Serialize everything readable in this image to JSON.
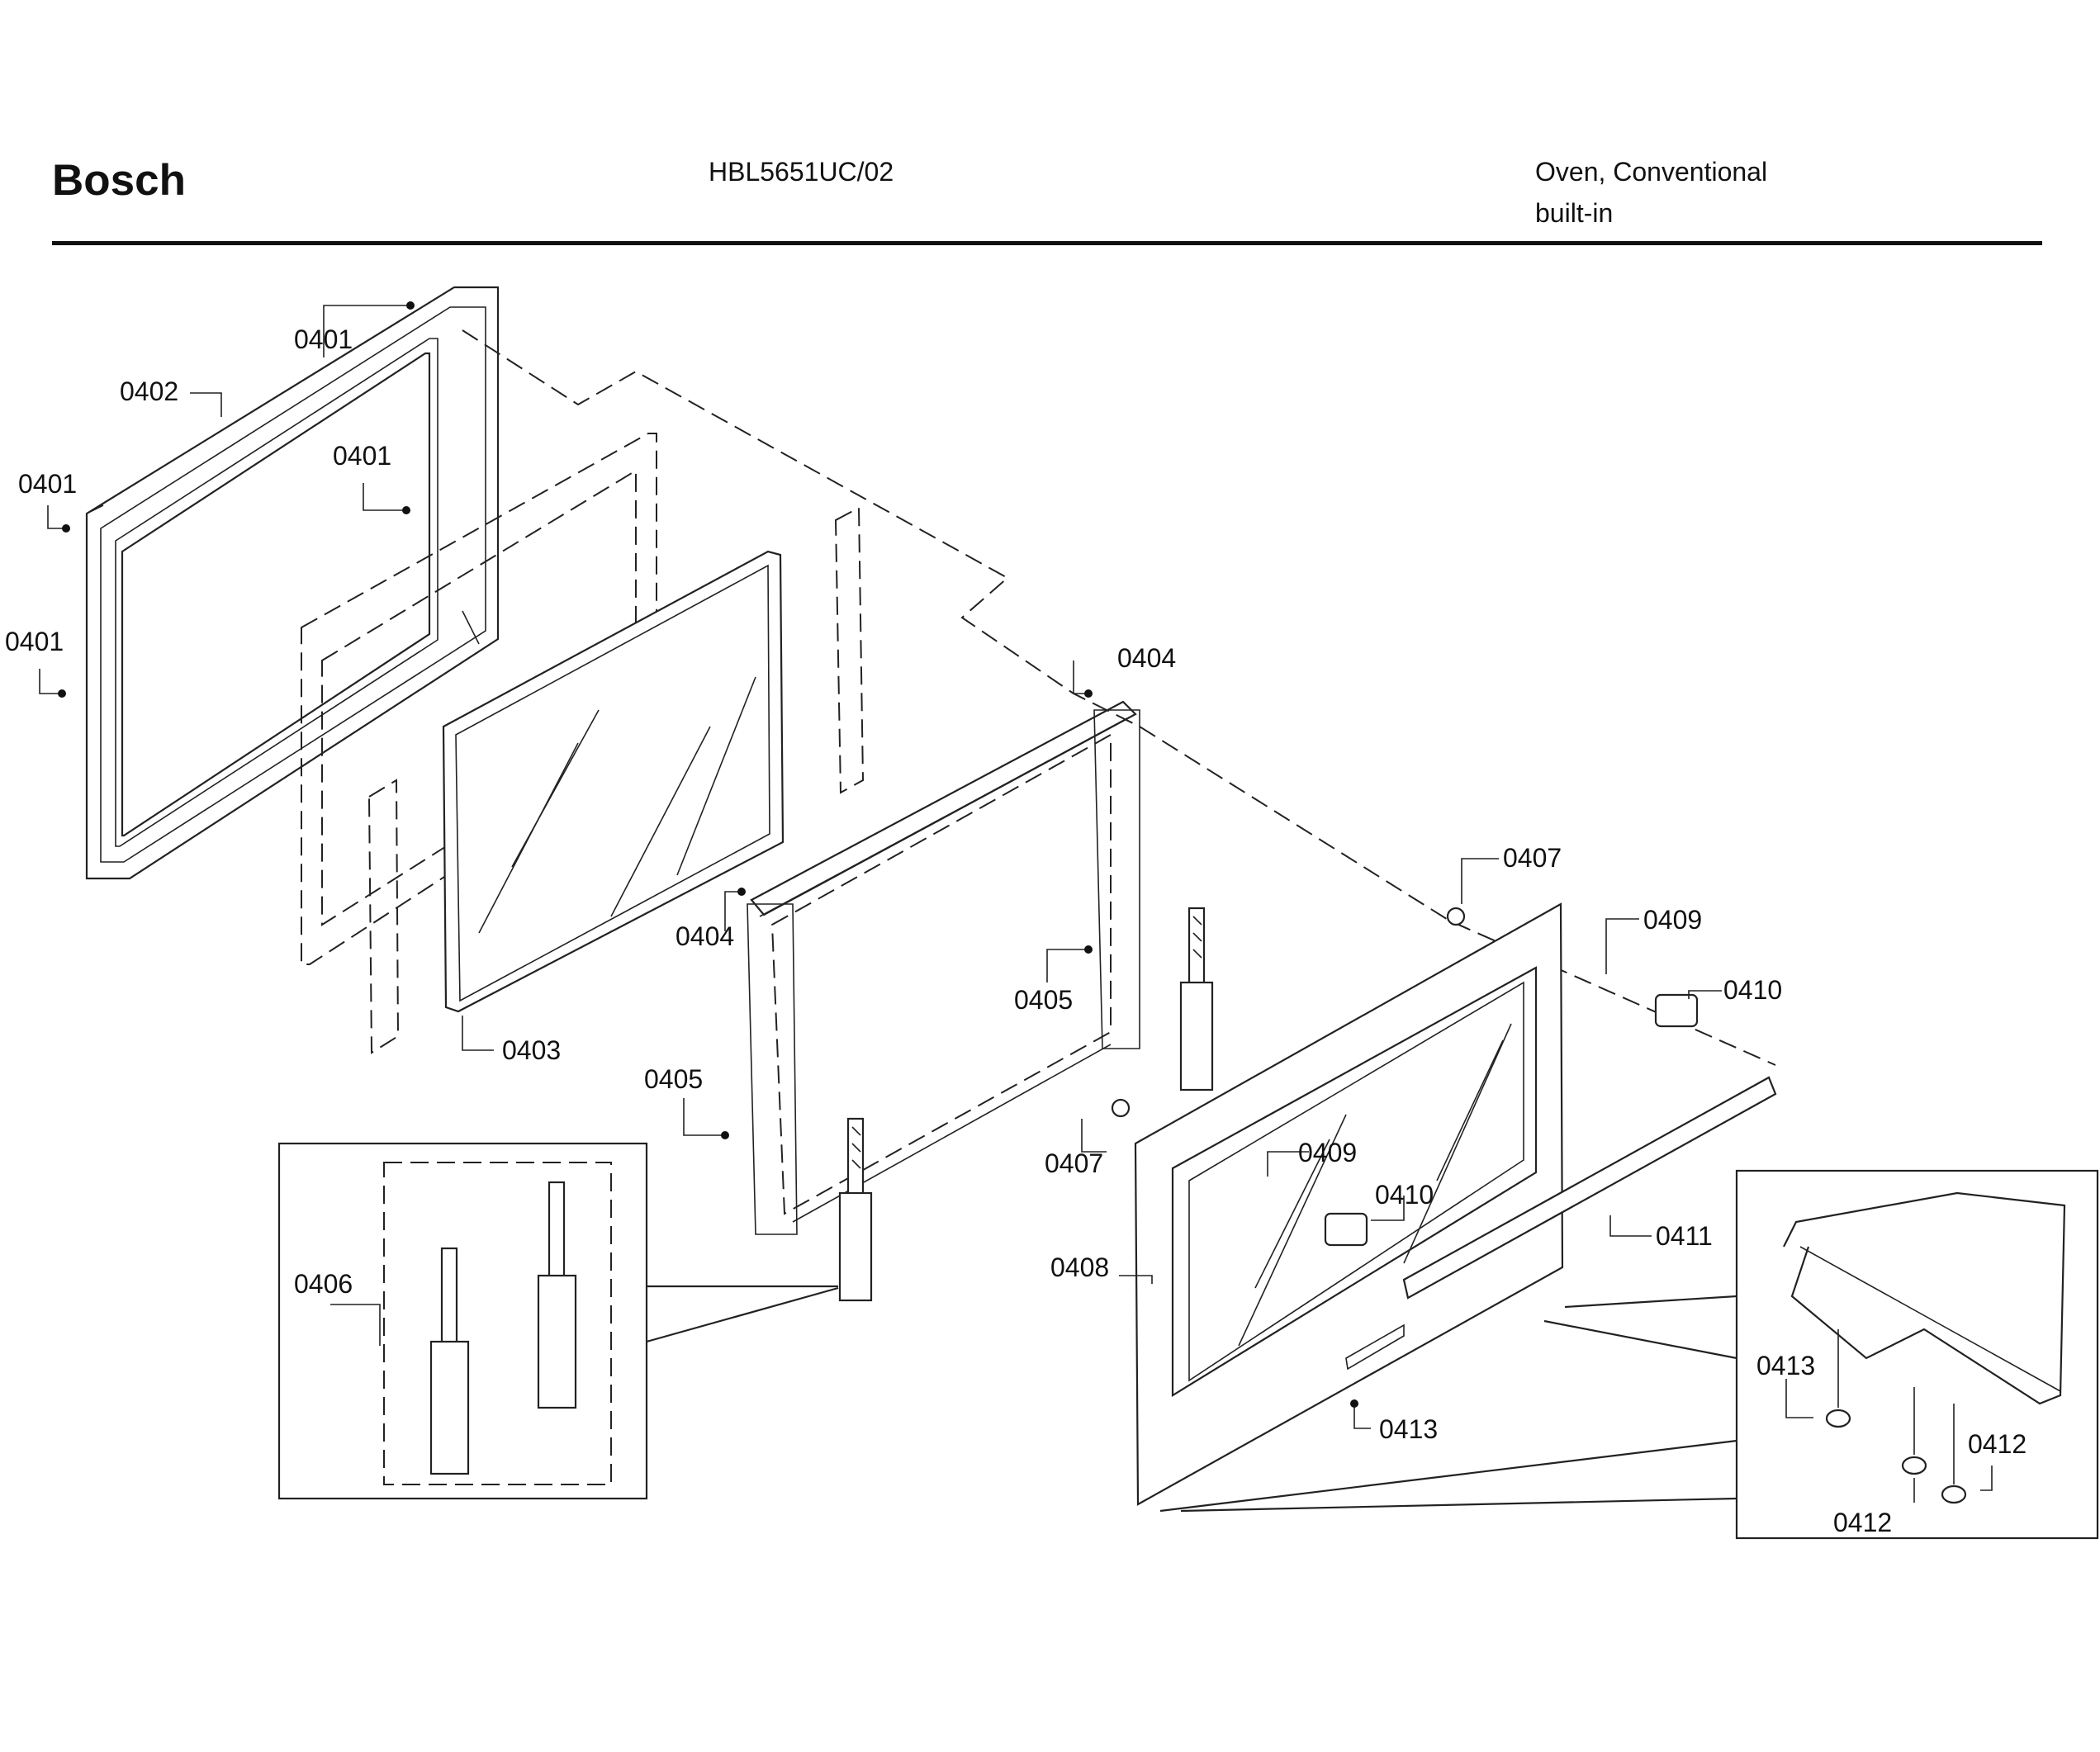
{
  "header": {
    "brand": "Bosch",
    "model": "HBL5651UC/02",
    "product_type_line1": "Oven, Conventional",
    "product_type_line2": "built-in"
  },
  "part_labels": [
    "0401",
    "0401",
    "0401",
    "0401",
    "0402",
    "0403",
    "0404",
    "0404",
    "0405",
    "0405",
    "0406",
    "0407",
    "0407",
    "0408",
    "0409",
    "0409",
    "0410",
    "0410",
    "0411",
    "0412",
    "0412",
    "0413",
    "0413"
  ]
}
